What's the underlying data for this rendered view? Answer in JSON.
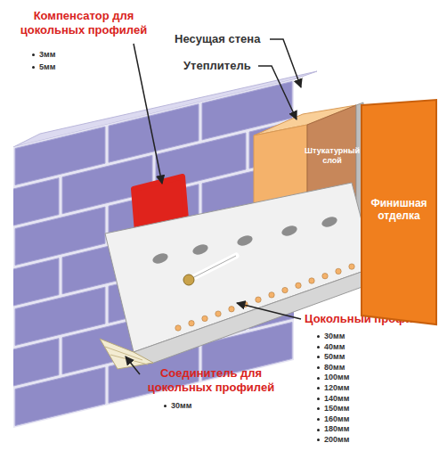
{
  "diagram": {
    "nodes": [
      {
        "text": [
          "Финишная отделка"
        ]
      }
    ],
    "labels": [
      "Компенсатор для цокольных профилей",
      "3мм",
      "5мм",
      "Несущая стена",
      "Утеплитель",
      "Штукатурный слой",
      "Цокольный профиль",
      "30мм",
      "40мм",
      "50мм",
      "80мм",
      "100мм",
      "120мм",
      "140мм",
      "150мм",
      "160мм",
      "180мм",
      "200мм",
      "Соединитель для цокольных профилей",
      "30мм"
    ]
  }
}
